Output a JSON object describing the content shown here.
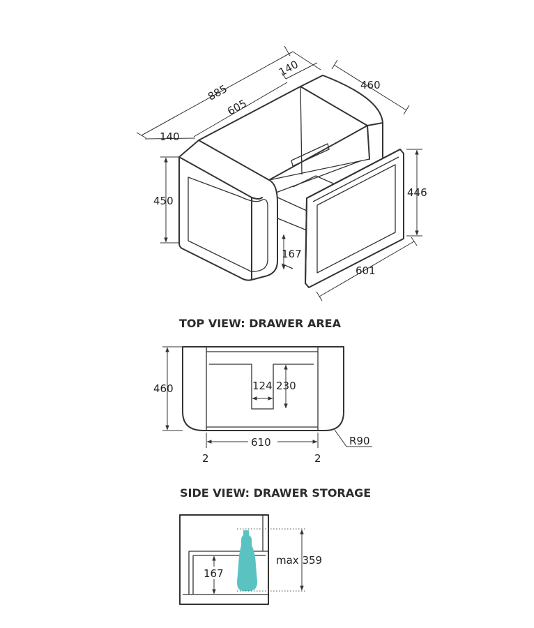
{
  "headings": {
    "top_view": "TOP VIEW: DRAWER AREA",
    "side_view": "SIDE VIEW: DRAWER STORAGE"
  },
  "iso_dims": {
    "overall_width": "885",
    "right_module": "140",
    "left_module": "140",
    "centre_width": "605",
    "depth": "460",
    "height": "450",
    "drawer_height": "446",
    "drawer_inner_height": "167",
    "drawer_width": "601"
  },
  "top_view_dims": {
    "depth": "460",
    "cutout_width": "124",
    "cutout_depth": "230",
    "drawer_width": "610",
    "gap_left": "2",
    "gap_right": "2",
    "radius": "R90"
  },
  "side_view_dims": {
    "inner_height": "167",
    "max_height": "max 359"
  },
  "colors": {
    "line": "#333333",
    "bottle": "#5bc2c2"
  }
}
